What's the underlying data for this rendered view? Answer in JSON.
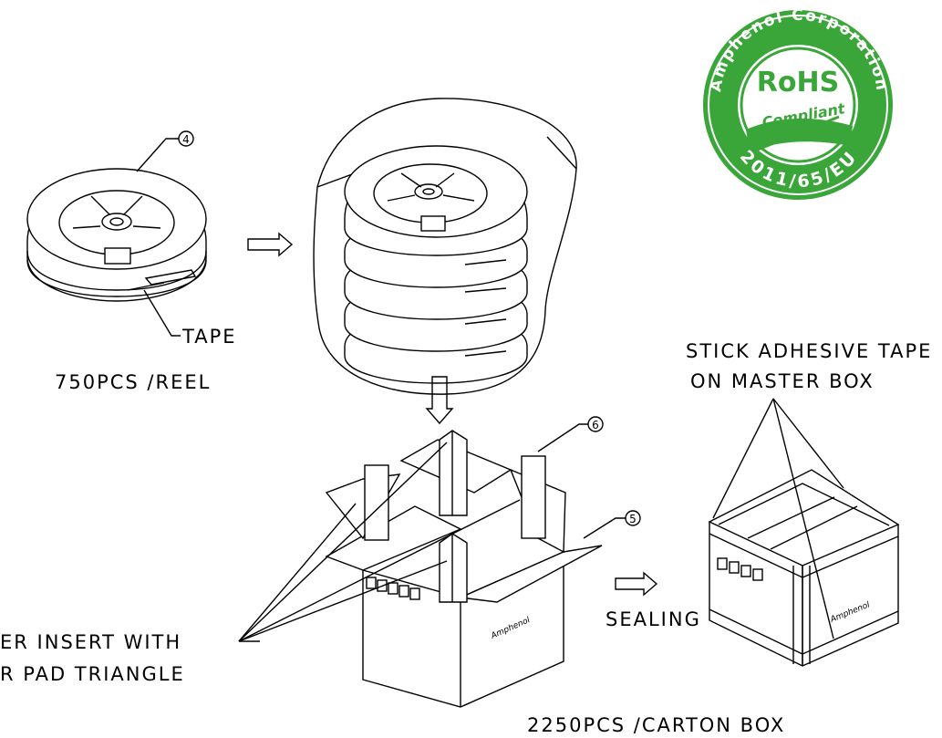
{
  "labels": {
    "reel_callout": "4",
    "tape": "TAPE",
    "reel_qty": "750PCS /REEL",
    "callout_6": "6",
    "callout_5": "5",
    "stick_line1": "STICK ADHESIVE TAPE",
    "stick_line2": "ON MASTER BOX",
    "paper_line1": "ER INSERT WITH",
    "paper_line2": "R PAD TRIANGLE",
    "sealing": "SEALING",
    "carton_qty": "2250PCS /CARTON BOX",
    "brand_box1": "Amphenol",
    "brand_box2": "Amphenol"
  },
  "rohs_seal": {
    "top_text": "Amphenol Corporation",
    "center": "RoHS",
    "sub": "Compliant",
    "bottom": "2011/65/EU",
    "color": "#3aa63a"
  },
  "colors": {
    "line": "#000000",
    "background": "#ffffff",
    "seal_green": "#3aa63a"
  }
}
